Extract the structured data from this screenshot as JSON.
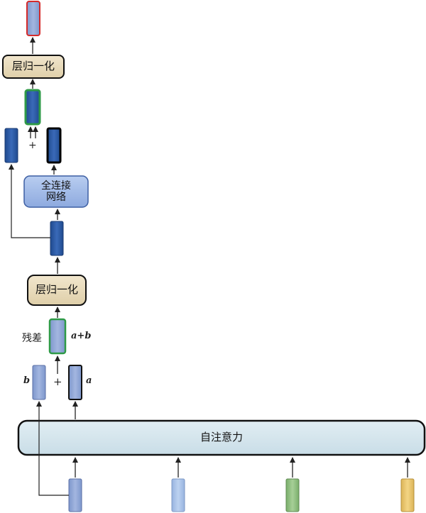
{
  "diagram": {
    "attention_label": "自注意力",
    "layernorm_bottom_label": "层归一化",
    "layernorm_top_label": "层归一化",
    "ffn_label_line1": "全连接",
    "ffn_label_line2": "网络",
    "residual_label": "残差",
    "sum_label": "a+b",
    "label_a": "a",
    "label_b": "b",
    "plus_bottom": "+",
    "plus_top": "+",
    "colors": {
      "dark_blue": "#2b58a0",
      "light_blue": "#8fa6d6",
      "pale_blue": "#a9c4e8",
      "green": "#8fbf7f",
      "yellow": "#e9c46a",
      "parchment": "#e9dcc0",
      "ffn_blue": "#a5bde8",
      "attention_bg": "#d6e6ee",
      "green_border": "#2e9a47",
      "red_border": "#d42a2a"
    }
  }
}
